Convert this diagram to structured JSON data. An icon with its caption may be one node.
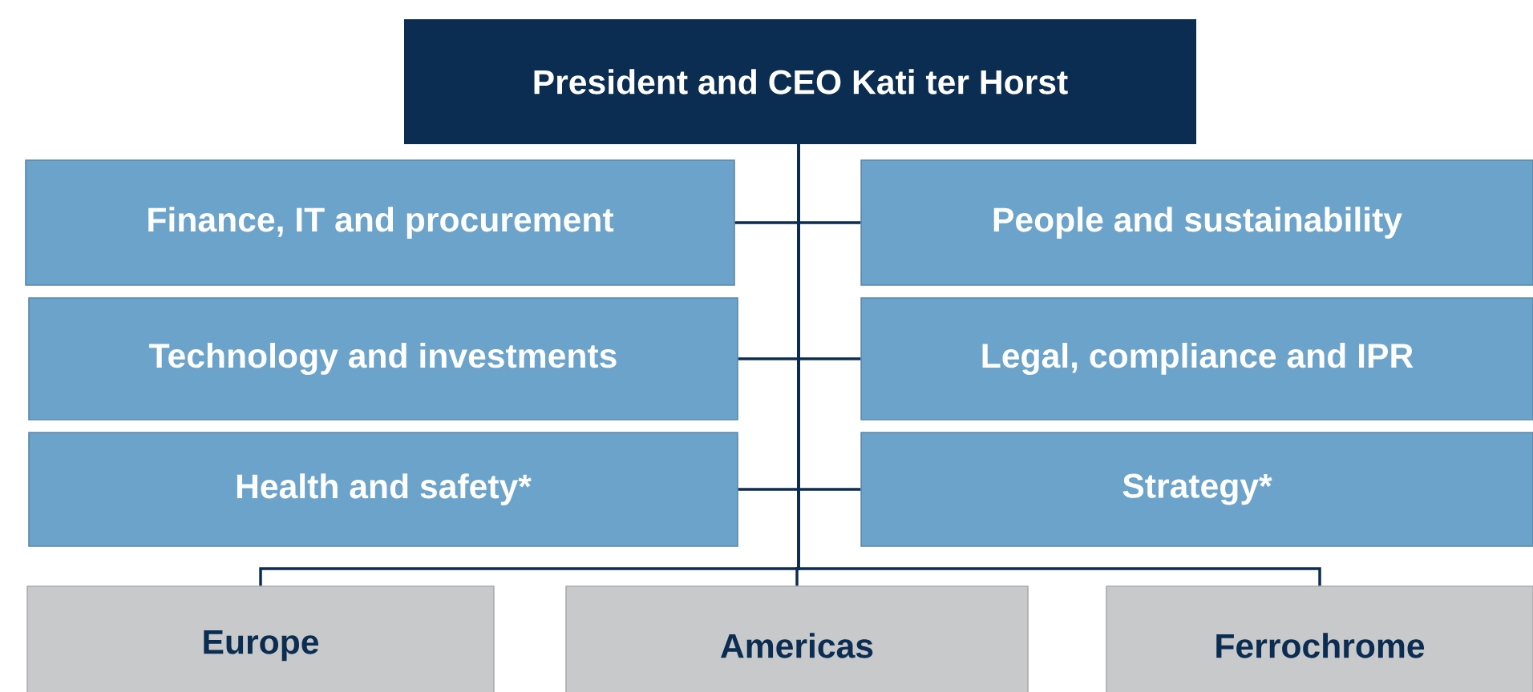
{
  "diagram": {
    "nodes": [
      {
        "text": [
          "President and CEO Kati ter Horst"
        ]
      },
      {
        "text": [
          "Finance, IT and procurement"
        ]
      },
      {
        "text": [
          "People and sustainability"
        ]
      },
      {
        "text": [
          "Technology and investments"
        ]
      },
      {
        "text": [
          "Legal, compliance and IPR"
        ]
      },
      {
        "text": [
          "Health and safety*"
        ]
      },
      {
        "text": [
          "Strategy*"
        ]
      },
      {
        "text": [
          "Europe"
        ]
      },
      {
        "text": [
          "Americas"
        ]
      },
      {
        "text": [
          "Ferrochrome"
        ]
      }
    ],
    "edges": [
      {
        "from": 0,
        "to": 1,
        "arrow": "none"
      },
      {
        "from": 0,
        "to": 2,
        "arrow": "none"
      },
      {
        "from": 0,
        "to": 3,
        "arrow": "none"
      },
      {
        "from": 0,
        "to": 4,
        "arrow": "none"
      },
      {
        "from": 0,
        "to": 5,
        "arrow": "none"
      },
      {
        "from": 0,
        "to": 6,
        "arrow": "none"
      },
      {
        "from": 0,
        "to": 7,
        "arrow": "none"
      },
      {
        "from": 0,
        "to": 8,
        "arrow": "none"
      },
      {
        "from": 0,
        "to": 9,
        "arrow": "none"
      }
    ]
  }
}
